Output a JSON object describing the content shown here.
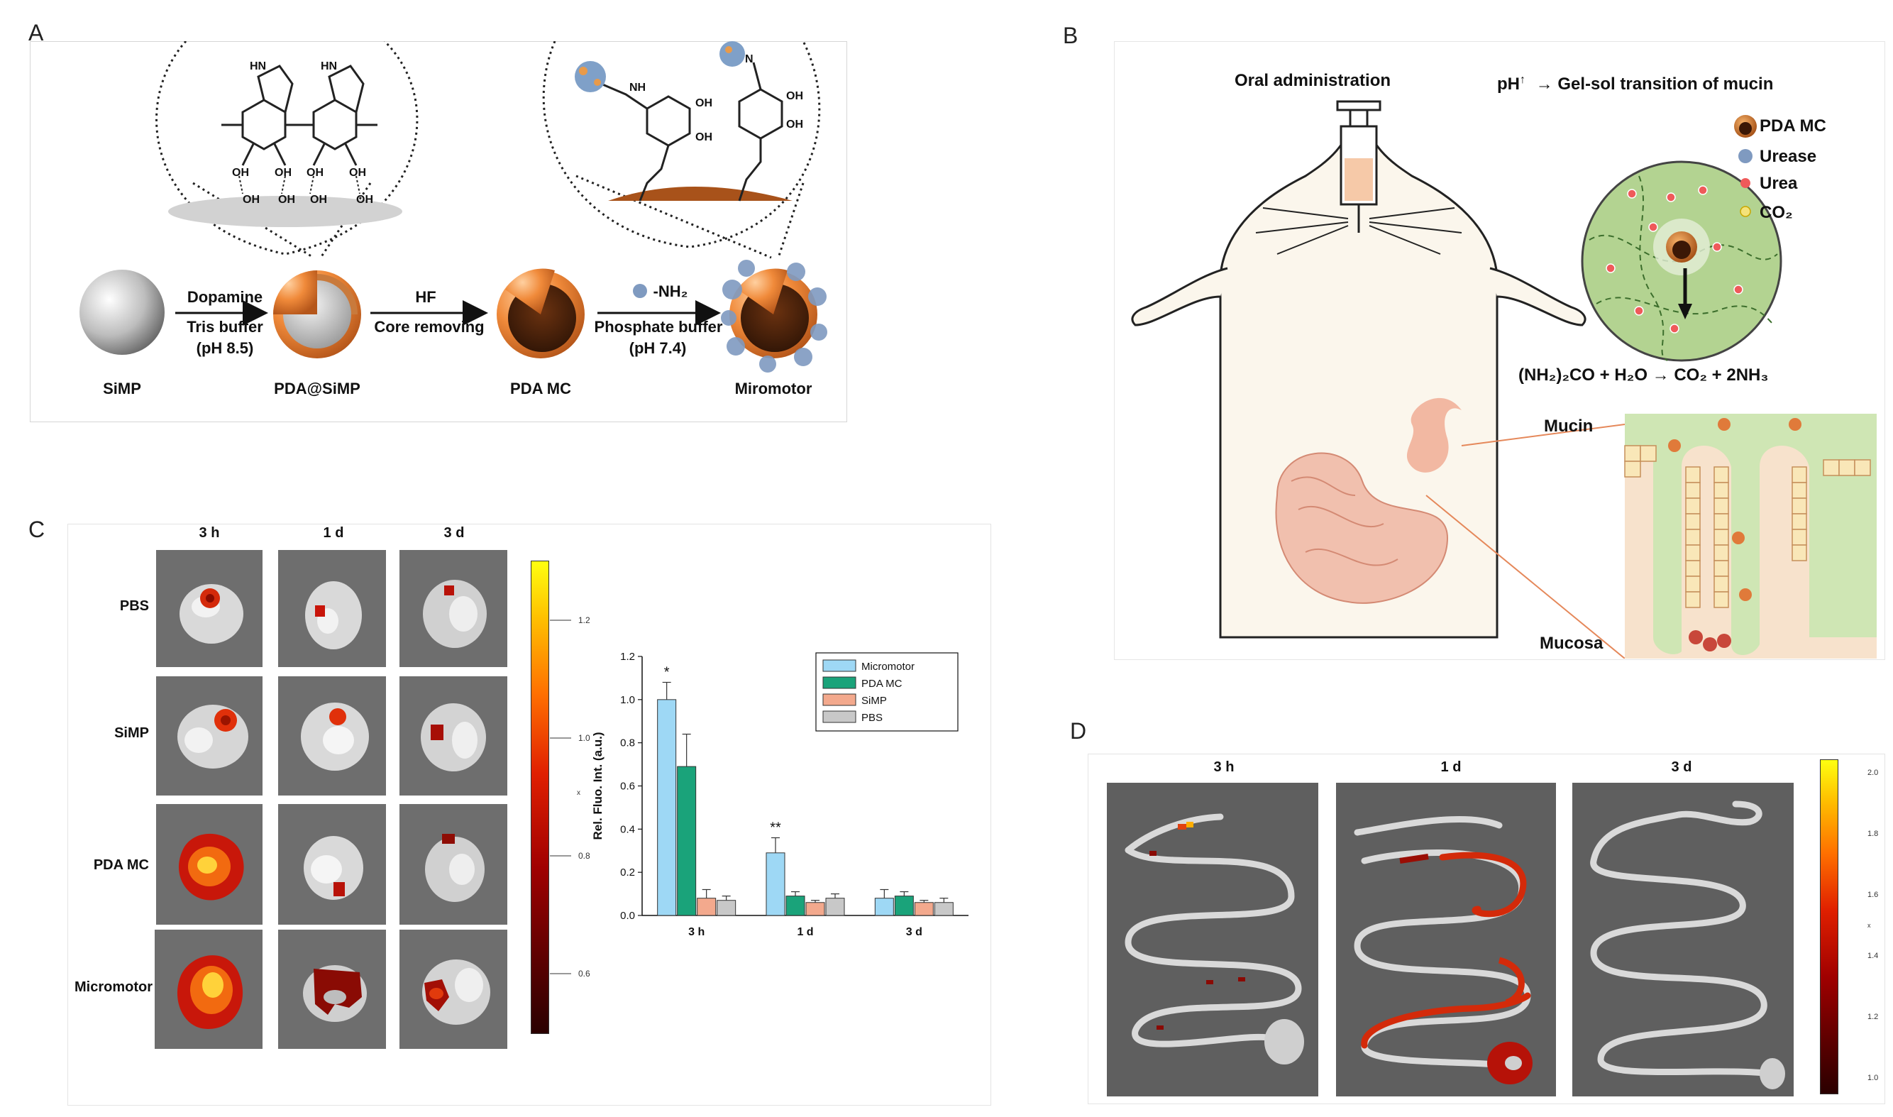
{
  "panels": {
    "A": {
      "letter": "A",
      "steps": [
        {
          "label": "SiMP"
        },
        {
          "label": "PDA@SiMP"
        },
        {
          "label": "PDA MC"
        },
        {
          "label": "Miromotor"
        }
      ],
      "arrows": [
        {
          "top": "Dopamine",
          "bottom1": "Tris buffer",
          "bottom2": "(pH 8.5)"
        },
        {
          "top": "HF",
          "bottom1": "Core removing",
          "bottom2": ""
        },
        {
          "top": "-NH₂",
          "bottom1": "Phosphate buffer",
          "bottom2": "(pH 7.4)"
        }
      ],
      "chem": {
        "hn": "HN",
        "oh": "OH",
        "n": "N",
        "nh": "NH"
      }
    },
    "B": {
      "letter": "B",
      "oral": "Oral administration",
      "ph_title": "pH",
      "ph_rest": "→ Gel-sol transition of mucin",
      "legend": [
        "PDA MC",
        "Urease",
        "Urea",
        "CO₂"
      ],
      "equation": "(NH₂)₂CO + H₂O → CO₂ + 2NH₃",
      "mucin": "Mucin",
      "mucosa": "Mucosa"
    },
    "C": {
      "letter": "C",
      "columns": [
        "3 h",
        "1 d",
        "3 d"
      ],
      "rows": [
        "PBS",
        "SiMP",
        "PDA MC",
        "Micromotor"
      ],
      "colorbar_ticks": [
        "1.2",
        "1.0",
        "0.8",
        "0.6"
      ],
      "colorbar_unit": "x"
    },
    "D": {
      "letter": "D",
      "columns": [
        "3 h",
        "1 d",
        "3 d"
      ],
      "colorbar_ticks": [
        "2.0",
        "1.8",
        "1.6",
        "1.4",
        "1.2",
        "1.0"
      ],
      "colorbar_unit": "x"
    }
  },
  "chart_data": {
    "type": "bar",
    "categories": [
      "3 h",
      "1 d",
      "3 d"
    ],
    "series": [
      {
        "name": "Micromotor",
        "color": "#9ed8f5",
        "values": [
          1.0,
          0.29,
          0.08
        ],
        "errors": [
          0.08,
          0.07,
          0.04
        ]
      },
      {
        "name": "PDA MC",
        "color": "#1aa37a",
        "values": [
          0.69,
          0.09,
          0.09
        ],
        "errors": [
          0.15,
          0.02,
          0.02
        ]
      },
      {
        "name": "SiMP",
        "color": "#f3a98d",
        "values": [
          0.08,
          0.06,
          0.06
        ],
        "errors": [
          0.04,
          0.01,
          0.01
        ]
      },
      {
        "name": "PBS",
        "color": "#c8c8c8",
        "values": [
          0.07,
          0.08,
          0.06
        ],
        "errors": [
          0.02,
          0.02,
          0.02
        ]
      }
    ],
    "ylabel": "Rel. Fluo. Int. (a.u.)",
    "ylim": [
      0,
      1.2
    ],
    "yticks": [
      "0.0",
      "0.2",
      "0.4",
      "0.6",
      "0.8",
      "1.0",
      "1.2"
    ],
    "significance": [
      {
        "category": "3 h",
        "mark": "*"
      },
      {
        "category": "1 d",
        "mark": "**"
      }
    ],
    "legend_position": "top-right"
  }
}
